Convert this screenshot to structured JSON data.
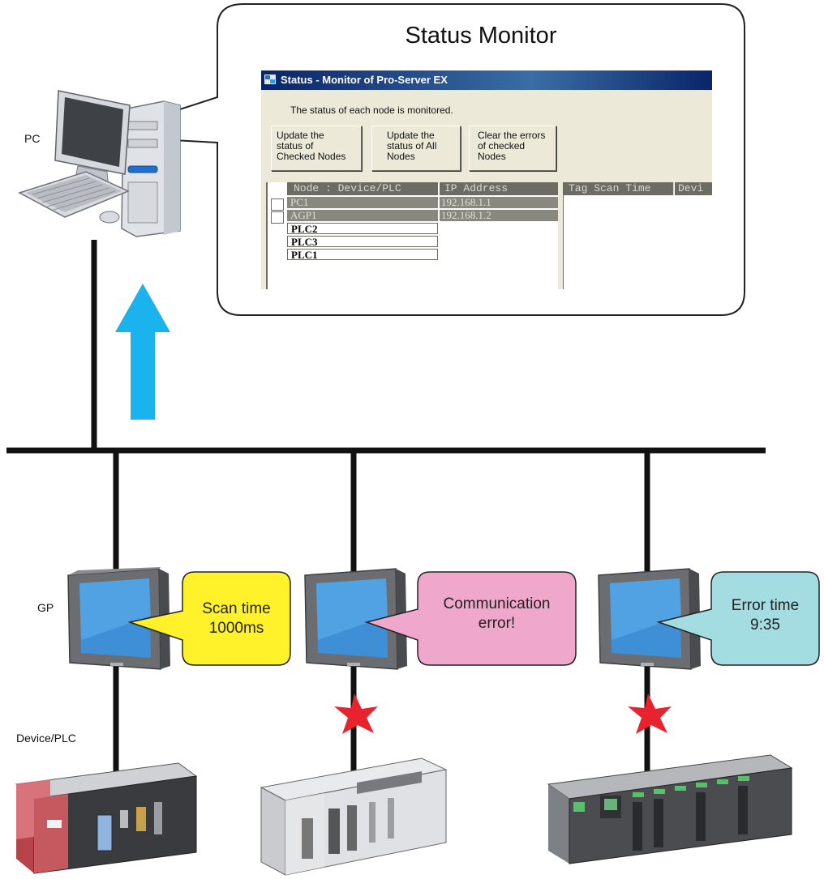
{
  "callout": {
    "title": "Status Monitor",
    "window": {
      "title": "Status - Monitor of Pro-Server EX",
      "description": "The status of each node is monitored.",
      "buttons": [
        {
          "line1": "Update the",
          "line2": "status of",
          "line3": "Checked Nodes"
        },
        {
          "line1": "Update the",
          "line2": "status of All",
          "line3": "Nodes"
        },
        {
          "line1": "Clear the errors",
          "line2": "of checked",
          "line3": "Nodes"
        }
      ],
      "columns": {
        "node": "Node : Device/PLC",
        "ip": "IP Address",
        "tag_scan": "Tag Scan Time",
        "dev": "Devi"
      },
      "rows": [
        {
          "node": "PC1",
          "ip": "192.168.1.1"
        },
        {
          "node": "AGP1",
          "ip": "192.168.1.2"
        },
        {
          "node": "PLC2",
          "ip": ""
        },
        {
          "node": "PLC3",
          "ip": ""
        },
        {
          "node": "PLC1",
          "ip": ""
        }
      ]
    }
  },
  "labels": {
    "pc": "PC",
    "gp": "GP",
    "device": "Device/PLC"
  },
  "bubbles": [
    {
      "line1": "Scan time",
      "line2": "1000ms",
      "color": "#fff22a"
    },
    {
      "line1": "Communication",
      "line2": "error!",
      "color": "#f0a7cc"
    },
    {
      "line1": "Error time",
      "line2": "9:35",
      "color": "#a3dde1"
    }
  ],
  "colors": {
    "arrow": "#1ab3ee",
    "error_star": "#e8232d",
    "network": "#111111"
  },
  "icons": [
    "pc-icon",
    "gp-touch-panel-icon",
    "plc-device-icon",
    "error-star-icon",
    "upload-arrow-icon"
  ]
}
